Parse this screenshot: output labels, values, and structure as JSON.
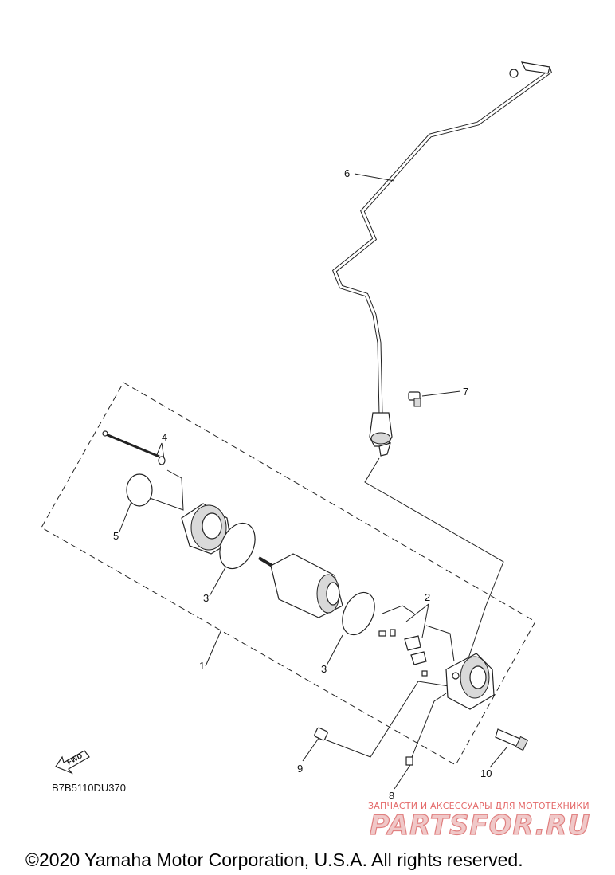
{
  "callouts": [
    {
      "id": "c1",
      "text": "1"
    },
    {
      "id": "c2",
      "text": "2"
    },
    {
      "id": "c3a",
      "text": "3"
    },
    {
      "id": "c3b",
      "text": "3"
    },
    {
      "id": "c4",
      "text": "4"
    },
    {
      "id": "c5",
      "text": "5"
    },
    {
      "id": "c6",
      "text": "6"
    },
    {
      "id": "c7",
      "text": "7"
    },
    {
      "id": "c8",
      "text": "8"
    },
    {
      "id": "c9",
      "text": "9"
    },
    {
      "id": "c10",
      "text": "10"
    }
  ],
  "diagram_code": "B7B5110DU370",
  "fwd_label": "FWD",
  "watermark": {
    "tagline": "ЗАПЧАСТИ И АКСЕССУАРЫ ДЛЯ МОТОТЕХНИКИ",
    "brand": "PARTSFOR.RU"
  },
  "copyright": "©2020 Yamaha Motor Corporation, U.S.A. All rights reserved."
}
